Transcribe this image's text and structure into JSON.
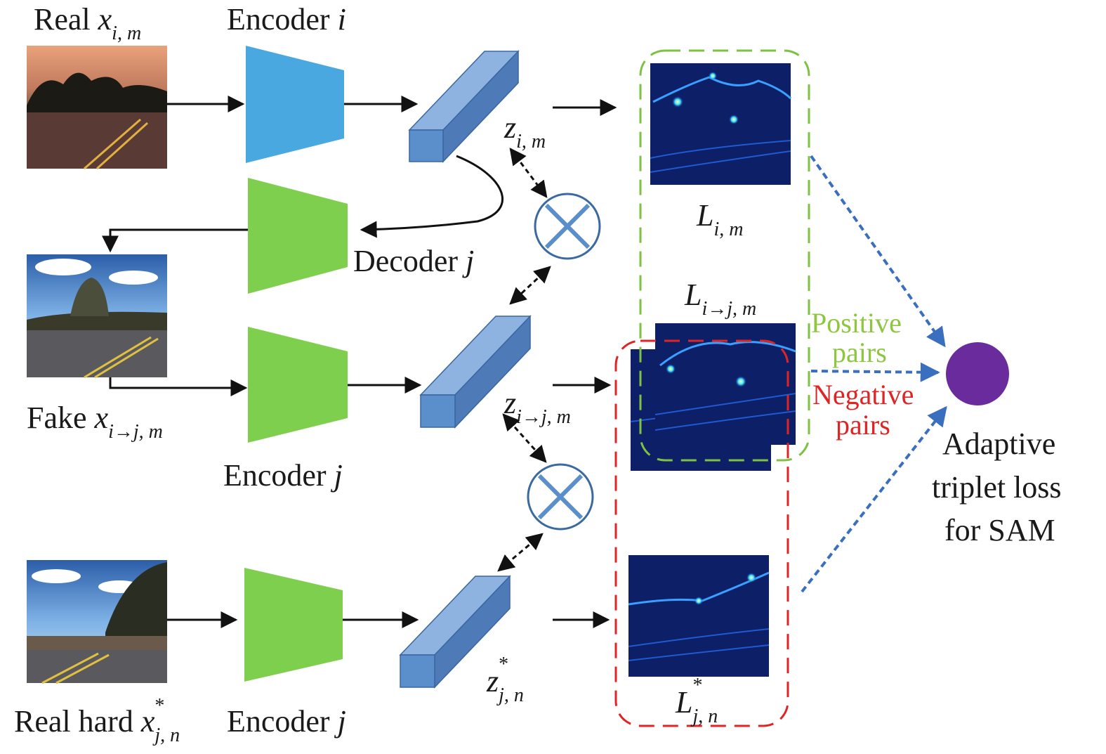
{
  "labels": {
    "real_prefix": "Real",
    "real_var": "x",
    "real_sub": "i, m",
    "enc_i_prefix": "Encoder",
    "enc_i_var": "i",
    "decoder_prefix": "Decoder",
    "decoder_var": "j",
    "fake_prefix": "Fake",
    "fake_var": "x",
    "fake_sub": "i→j, m",
    "enc_j_prefix": "Encoder",
    "enc_j_var": "j",
    "hard_prefix": "Real hard",
    "hard_var": "x",
    "hard_sub": "j, n",
    "hard_sup": "*",
    "enc_j2_prefix": "Encoder",
    "enc_j2_var": "j",
    "z1_var": "z",
    "z1_sub": "i, m",
    "z2_var": "z",
    "z2_sub": "i→j, m",
    "z3_var": "z",
    "z3_sub": "j, n",
    "z3_sup": "*",
    "L1_var": "L",
    "L1_sub": "i, m",
    "L2_var": "L",
    "L2_sub": "i→j, m",
    "L3_var": "L",
    "L3_sub": "j, n",
    "L3_sup": "*",
    "positive_line1": "Positive",
    "positive_line2": "pairs",
    "negative_line1": "Negative",
    "negative_line2": "pairs",
    "loss_line1": "Adaptive",
    "loss_line2": "triplet loss",
    "loss_line3": "for SAM"
  },
  "colors": {
    "encoder_i": "#4aa8e0",
    "encoder_j": "#7fcf4e",
    "feature_block": "#5b8fcc",
    "positive_box": "#7dc242",
    "negative_box": "#e02424",
    "positive_text": "#8dc63f",
    "negative_text": "#e02424",
    "loss_node": "#6a2c9c",
    "dotted_arrow": "#3a6fc0",
    "heatmap_bg": "#0d1f66"
  }
}
